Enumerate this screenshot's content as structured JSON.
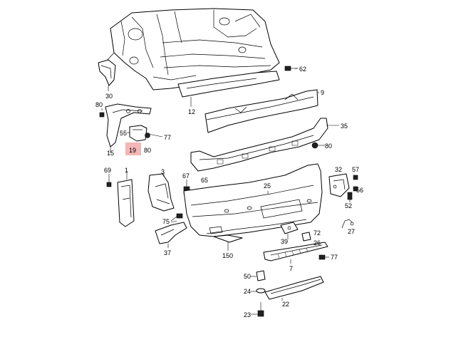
{
  "diagram": {
    "highlight_color": "#f4b6b6",
    "callouts": [
      {
        "id": "c62",
        "label": "62"
      },
      {
        "id": "c9",
        "label": "9"
      },
      {
        "id": "c30",
        "label": "30"
      },
      {
        "id": "c12",
        "label": "12"
      },
      {
        "id": "c80a",
        "label": "80"
      },
      {
        "id": "c55",
        "label": "55"
      },
      {
        "id": "c77a",
        "label": "77"
      },
      {
        "id": "c35",
        "label": "35"
      },
      {
        "id": "c15",
        "label": "15"
      },
      {
        "id": "c19",
        "label": "19",
        "highlighted": true
      },
      {
        "id": "c80b",
        "label": "80"
      },
      {
        "id": "c80c",
        "label": "80"
      },
      {
        "id": "c69",
        "label": "69"
      },
      {
        "id": "c1",
        "label": "1"
      },
      {
        "id": "c3",
        "label": "3"
      },
      {
        "id": "c67",
        "label": "67"
      },
      {
        "id": "c65",
        "label": "65"
      },
      {
        "id": "c25",
        "label": "25"
      },
      {
        "id": "c32",
        "label": "32"
      },
      {
        "id": "c57",
        "label": "57"
      },
      {
        "id": "c56",
        "label": "56"
      },
      {
        "id": "c52",
        "label": "52"
      },
      {
        "id": "c75",
        "label": "75"
      },
      {
        "id": "c37",
        "label": "37"
      },
      {
        "id": "c150",
        "label": "150"
      },
      {
        "id": "c39",
        "label": "39"
      },
      {
        "id": "c72",
        "label": "72"
      },
      {
        "id": "c26",
        "label": "26"
      },
      {
        "id": "c27",
        "label": "27"
      },
      {
        "id": "c77b",
        "label": "77"
      },
      {
        "id": "c7",
        "label": "7"
      },
      {
        "id": "c50",
        "label": "50"
      },
      {
        "id": "c24",
        "label": "24"
      },
      {
        "id": "c22",
        "label": "22"
      },
      {
        "id": "c23",
        "label": "23"
      }
    ]
  }
}
